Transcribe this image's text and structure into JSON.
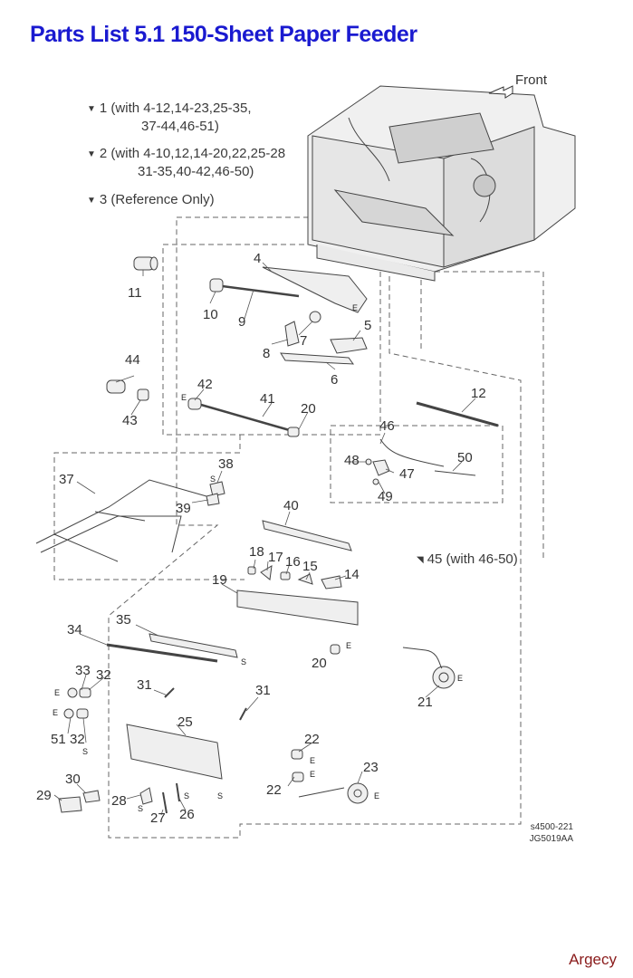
{
  "title": "Parts List 5.1 150-Sheet Paper Feeder",
  "notes": [
    {
      "line1": "1 (with 4-12,14-23,25-35,",
      "line2": "37-44,46-51)"
    },
    {
      "line1": "2 (with 4-10,12,14-20,22,25-28",
      "line2": "31-35,40-42,46-50)"
    },
    {
      "line1": "3 (Reference Only)",
      "line2": ""
    }
  ],
  "note45": "45 (with 46-50)",
  "front_label": "Front",
  "callouts": [
    "4",
    "11",
    "10",
    "9",
    "7",
    "8",
    "5",
    "6",
    "44",
    "42",
    "41",
    "20",
    "43",
    "12",
    "46",
    "48",
    "47",
    "50",
    "49",
    "38",
    "37",
    "39",
    "40",
    "18",
    "17",
    "16",
    "15",
    "14",
    "19",
    "35",
    "34",
    "20",
    "33",
    "32",
    "31",
    "31",
    "25",
    "51",
    "32",
    "22",
    "23",
    "22",
    "30",
    "29",
    "28",
    "27",
    "26",
    "21"
  ],
  "mark_e": "E",
  "mark_s": "S",
  "figure_codes": [
    "s4500-221",
    "JG5019AA"
  ],
  "brand": "Argecy",
  "colors": {
    "title": "#1a1ad0",
    "brand": "#8a1b1b",
    "line": "#555555"
  }
}
